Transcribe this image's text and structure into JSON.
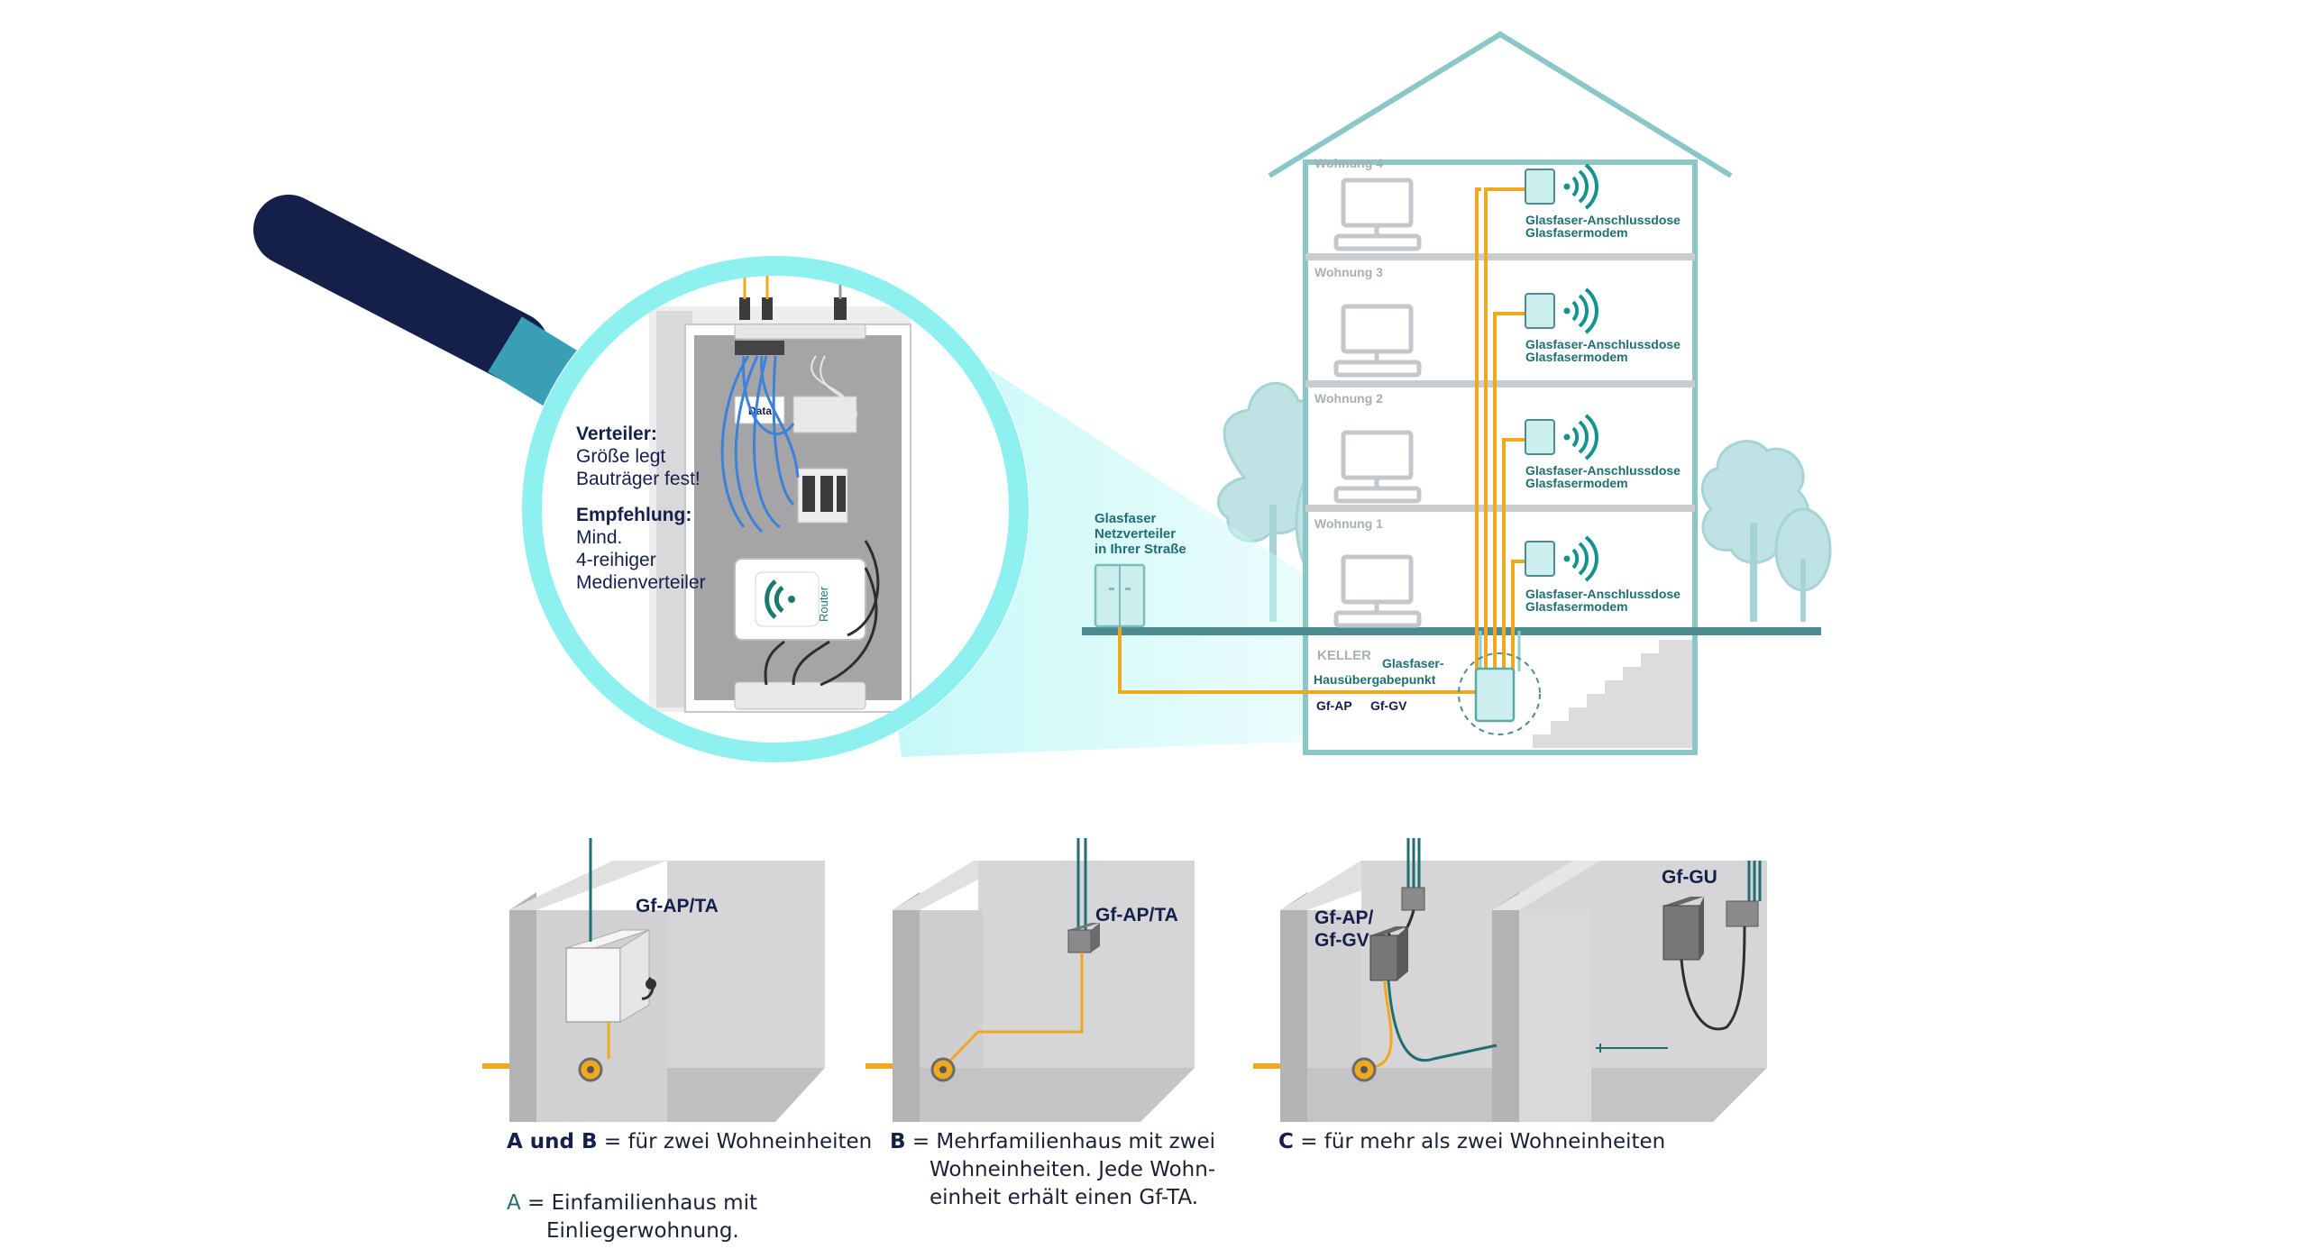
{
  "colors": {
    "navy": "#14204a",
    "teal": "#3a9fb4",
    "lens_ring": "#8ff0f0",
    "house_outline": "#8cc7c7",
    "fiber": "#f0a81e",
    "label_teal": "#1f6f72",
    "wall_grey": "#c9c9cc"
  },
  "icons": [
    "magnifier-icon",
    "router-icon",
    "wifi-icon",
    "tree-icon",
    "monitor-icon",
    "distribution-box-icon",
    "socket-icon"
  ],
  "magnifier": {
    "verteiler_title": "Verteiler:",
    "verteiler_line1": "Größe legt",
    "verteiler_line2": "Bauträger fest!",
    "empfehlung_title": "Empfehlung:",
    "empfehlung_line1": "Mind.",
    "empfehlung_line2": "4-reihiger",
    "empfehlung_line3": "Medienverteiler",
    "router_label": "Router",
    "brand_label": "Data"
  },
  "house": {
    "floors": [
      {
        "label": "Wohnung 4",
        "socket": "Glasfaser-Anschlussdose",
        "modem": "Glasfasermodem"
      },
      {
        "label": "Wohnung 3",
        "socket": "Glasfaser-Anschlussdose",
        "modem": "Glasfasermodem"
      },
      {
        "label": "Wohnung 2",
        "socket": "Glasfaser-Anschlussdose",
        "modem": "Glasfasermodem"
      },
      {
        "label": "Wohnung 1",
        "socket": "Glasfaser-Anschlussdose",
        "modem": "Glasfasermodem"
      }
    ],
    "street_line1": "Glasfaser",
    "street_line2": "Netzverteiler",
    "street_line3": "in Ihrer Straße",
    "keller": "KELLER",
    "handover_line1": "Glasfaser-",
    "handover_line2": "Hausübergabepunkt",
    "gf_ap": "Gf-AP",
    "gf_gv": "Gf-GV"
  },
  "scenarios": {
    "a_label": "Gf-AP/TA",
    "b_label": "Gf-AP/TA",
    "c_label1": "Gf-AP/",
    "c_label2": "Gf-GV",
    "c_label3": "Gf-GU"
  },
  "captions": {
    "ab_bold": "A und B",
    "ab_text": " = für zwei Wohneinheiten",
    "a_letter": "A",
    "a_text1": " = Einfamilienhaus mit",
    "a_text2": "Einliegerwohnung.",
    "b_bold": "B",
    "b_text1": " = Mehrfamilienhaus mit zwei",
    "b_text2": "Wohneinheiten. Jede Wohn-",
    "b_text3": "einheit erhält einen Gf-TA.",
    "c_bold": "C",
    "c_text": " = für mehr als zwei Wohneinheiten"
  }
}
